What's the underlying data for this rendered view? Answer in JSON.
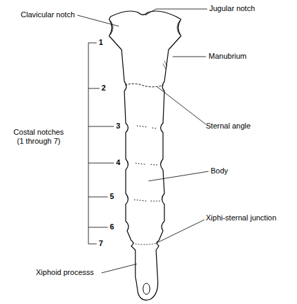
{
  "diagram": {
    "labels": [
      "Clavicular notch",
      "Jugular notch",
      "1",
      "Manubrium",
      "2",
      "Sternal angle",
      "3",
      "Costal notches (1 through 7)",
      "4",
      "Body",
      "5",
      "Xiphi-sternal junction",
      "6",
      "7",
      "Xiphoid processs"
    ]
  }
}
